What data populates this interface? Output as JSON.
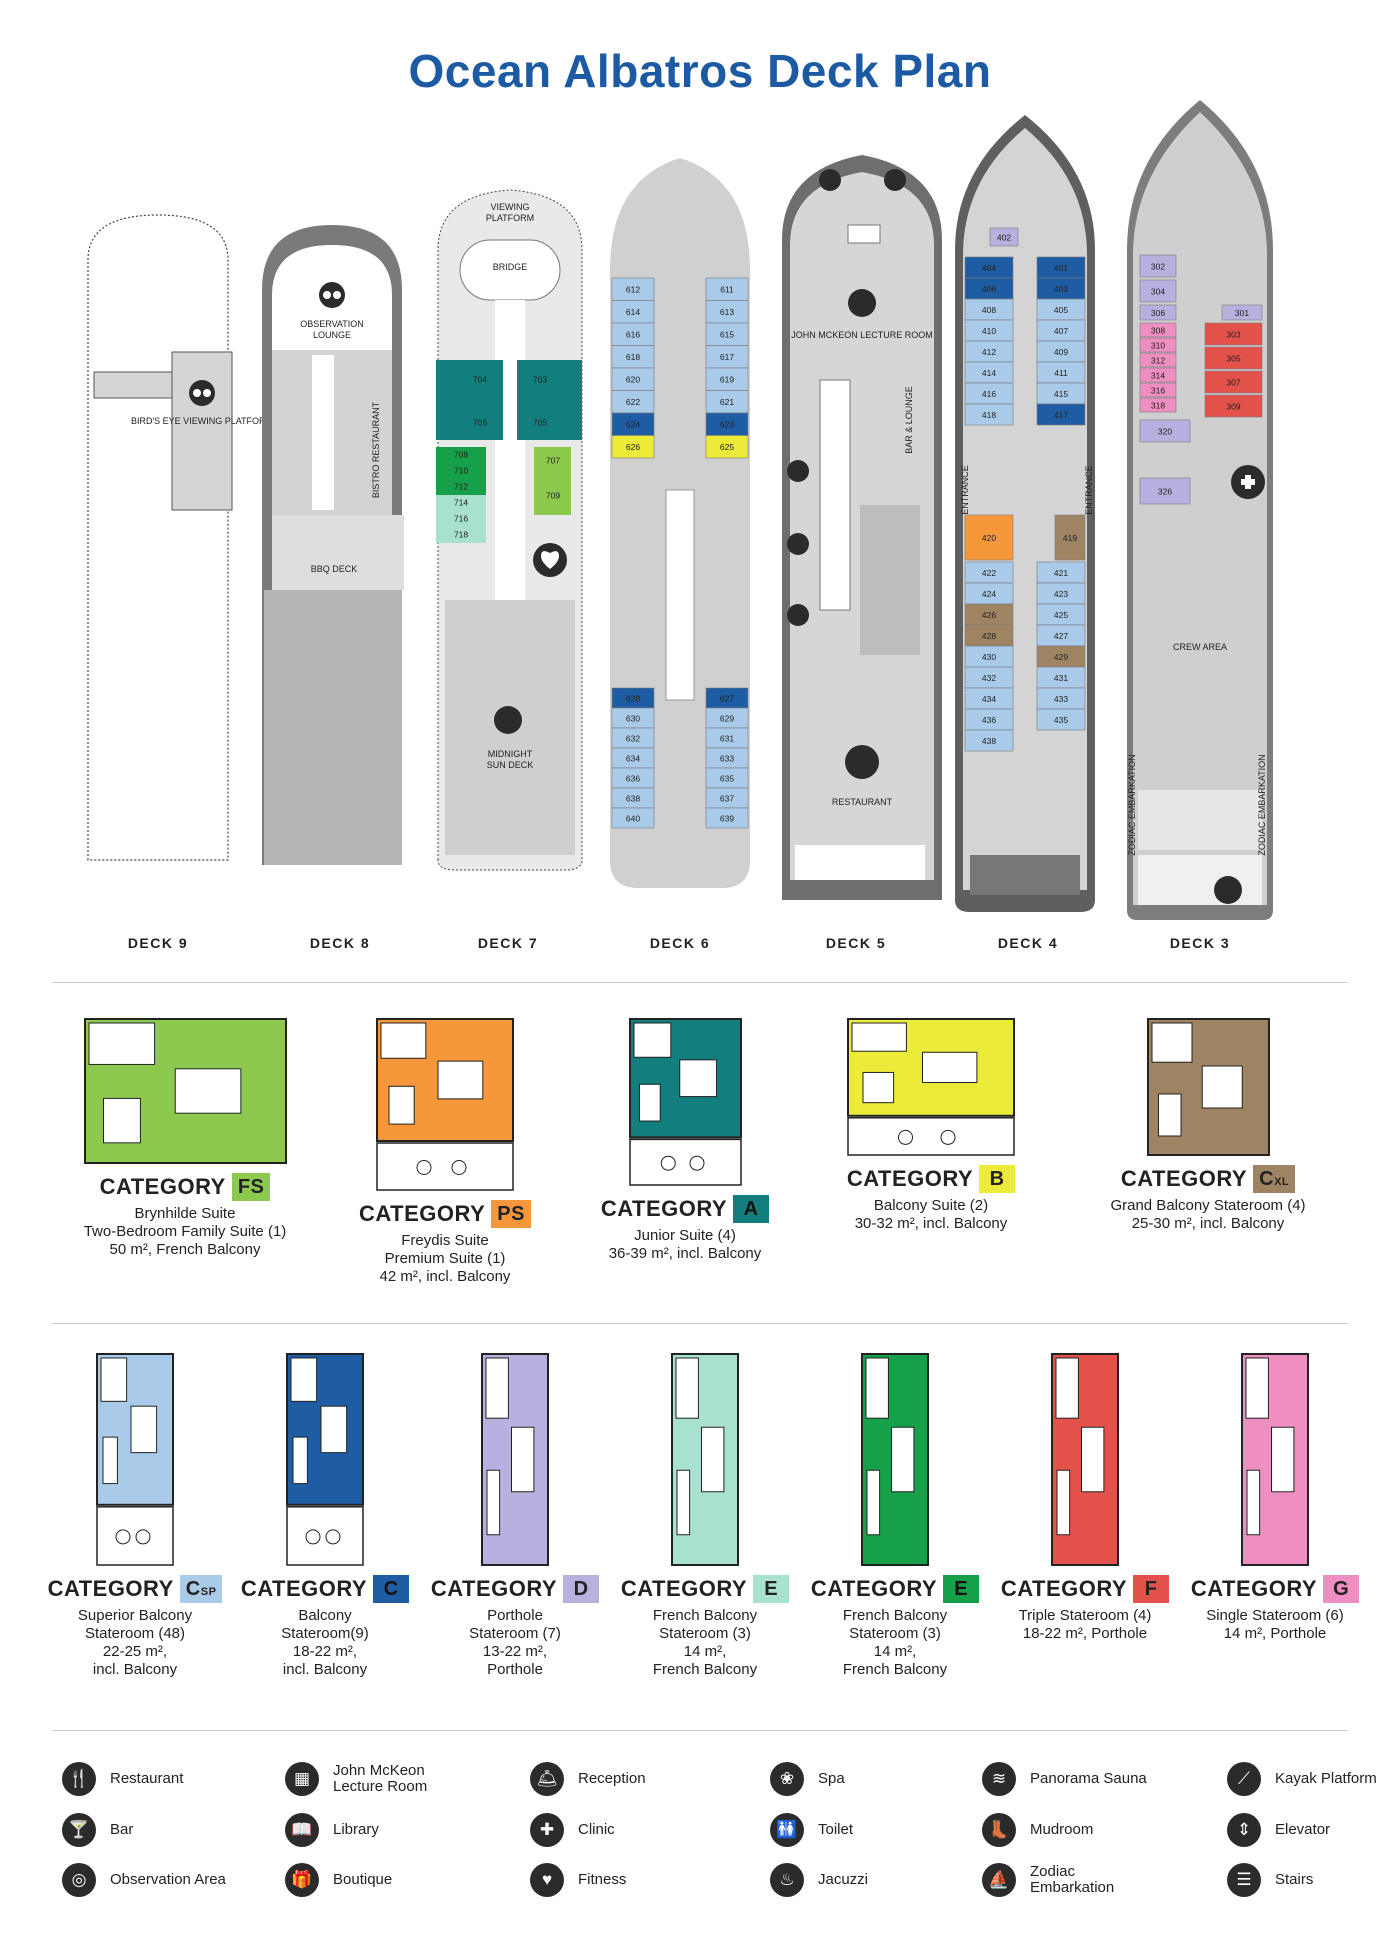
{
  "title": "Ocean Albatros Deck Plan",
  "decks": [
    {
      "id": "deck9",
      "label": "DECK 9",
      "areas": [
        "BIRD'S EYE VIEWING PLATFORM"
      ]
    },
    {
      "id": "deck8",
      "label": "DECK 8",
      "areas": [
        "OBSERVATION LOUNGE",
        "BISTRO RESTAURANT",
        "BBQ DECK"
      ]
    },
    {
      "id": "deck7",
      "label": "DECK 7",
      "areas": [
        "VIEWING PLATFORM",
        "BRIDGE",
        "MIDNIGHT SUN DECK"
      ],
      "cabins": [
        "704",
        "703",
        "706",
        "705",
        "708",
        "707",
        "710",
        "709",
        "712",
        "714",
        "716",
        "718"
      ]
    },
    {
      "id": "deck6",
      "label": "DECK 6",
      "cabins": [
        "612",
        "611",
        "614",
        "613",
        "616",
        "615",
        "618",
        "617",
        "620",
        "619",
        "622",
        "621",
        "624",
        "623",
        "626",
        "625",
        "628",
        "627",
        "630",
        "629",
        "632",
        "631",
        "634",
        "633",
        "636",
        "635",
        "638",
        "637",
        "640",
        "639"
      ]
    },
    {
      "id": "deck5",
      "label": "DECK 5",
      "areas": [
        "JOHN MCKEON LECTURE ROOM",
        "BAR & LOUNGE",
        "RESTAURANT"
      ]
    },
    {
      "id": "deck4",
      "label": "DECK 4",
      "areas": [
        "ENTRANCE",
        "ENTRANCE"
      ],
      "cabins": [
        "402",
        "404",
        "401",
        "406",
        "403",
        "408",
        "405",
        "410",
        "407",
        "412",
        "409",
        "414",
        "411",
        "416",
        "415",
        "418",
        "417",
        "420",
        "419",
        "422",
        "421",
        "424",
        "423",
        "426",
        "425",
        "427",
        "428",
        "429",
        "430",
        "432",
        "431",
        "434",
        "433",
        "436",
        "435",
        "438"
      ]
    },
    {
      "id": "deck3",
      "label": "DECK 3",
      "areas": [
        "CREW AREA",
        "ZODIAC EMBARKATION",
        "ZODIAC EMBARKATION"
      ],
      "cabins": [
        "302",
        "304",
        "306",
        "301",
        "308",
        "303",
        "310",
        "305",
        "312",
        "314",
        "307",
        "316",
        "318",
        "309",
        "320",
        "326"
      ]
    }
  ],
  "categories": [
    {
      "key": "fs",
      "label": "CATEGORY",
      "code": "FS",
      "sub": "",
      "color": "#8dc84f",
      "desc": [
        "Brynhilde Suite",
        "Two-Bedroom Family Suite (1)",
        "50 m², French Balcony"
      ]
    },
    {
      "key": "ps",
      "label": "CATEGORY",
      "code": "PS",
      "sub": "",
      "color": "#f5973a",
      "desc": [
        "Freydis Suite",
        "Premium Suite (1)",
        "42 m², incl. Balcony"
      ]
    },
    {
      "key": "a",
      "label": "CATEGORY",
      "code": "A",
      "sub": "",
      "color": "#127e7d",
      "desc": [
        "Junior Suite (4)",
        "36-39 m², incl. Balcony"
      ]
    },
    {
      "key": "b",
      "label": "CATEGORY",
      "code": "B",
      "sub": "",
      "color": "#eceb3a",
      "desc": [
        "Balcony Suite (2)",
        "30-32 m², incl. Balcony"
      ]
    },
    {
      "key": "cxl",
      "label": "CATEGORY",
      "code": "C",
      "sub": "XL",
      "color": "#9f8464",
      "desc": [
        "Grand Balcony Stateroom (4)",
        "25-30 m², incl. Balcony"
      ]
    },
    {
      "key": "csp",
      "label": "CATEGORY",
      "code": "C",
      "sub": "SP",
      "color": "#a9cbe9",
      "desc": [
        "Superior Balcony",
        "Stateroom (48)",
        "22-25 m²,",
        "incl. Balcony"
      ]
    },
    {
      "key": "c",
      "label": "CATEGORY",
      "code": "C",
      "sub": "",
      "color": "#1e5da3",
      "desc": [
        "Balcony",
        "Stateroom(9)",
        "18-22 m²,",
        "incl. Balcony"
      ]
    },
    {
      "key": "d",
      "label": "CATEGORY",
      "code": "D",
      "sub": "",
      "color": "#b7b1df",
      "desc": [
        "Porthole",
        "Stateroom (7)",
        "13-22 m²,",
        "Porthole"
      ]
    },
    {
      "key": "e1",
      "label": "CATEGORY",
      "code": "E",
      "sub": "",
      "color": "#a8e1cf",
      "desc": [
        "French Balcony",
        "Stateroom (3)",
        "14 m²,",
        "French Balcony"
      ]
    },
    {
      "key": "e2",
      "label": "CATEGORY",
      "code": "E",
      "sub": "",
      "color": "#15a049",
      "desc": [
        "French Balcony",
        "Stateroom (3)",
        "14 m²,",
        "French Balcony"
      ]
    },
    {
      "key": "f",
      "label": "CATEGORY",
      "code": "F",
      "sub": "",
      "color": "#e3524a",
      "desc": [
        "Triple Stateroom (4)",
        "18-22 m², Porthole"
      ]
    },
    {
      "key": "g",
      "label": "CATEGORY",
      "code": "G",
      "sub": "",
      "color": "#ef8fc1",
      "desc": [
        "Single Stateroom (6)",
        "14 m², Porthole"
      ]
    }
  ],
  "legend": [
    {
      "label": "Restaurant",
      "icon": "restaurant-icon",
      "glyph": "🍴"
    },
    {
      "label": "John McKeon Lecture Room",
      "icon": "lecture-room-icon",
      "glyph": "▦"
    },
    {
      "label": "Reception",
      "icon": "reception-icon",
      "glyph": "🛎"
    },
    {
      "label": "Spa",
      "icon": "spa-icon",
      "glyph": "❀"
    },
    {
      "label": "Panorama Sauna",
      "icon": "sauna-icon",
      "glyph": "≋"
    },
    {
      "label": "Kayak Platform",
      "icon": "kayak-icon",
      "glyph": "⟋"
    },
    {
      "label": "Bar",
      "icon": "bar-icon",
      "glyph": "🍸"
    },
    {
      "label": "Library",
      "icon": "library-icon",
      "glyph": "📖"
    },
    {
      "label": "Clinic",
      "icon": "clinic-icon",
      "glyph": "✚"
    },
    {
      "label": "Toilet",
      "icon": "toilet-icon",
      "glyph": "🚻"
    },
    {
      "label": "Mudroom",
      "icon": "mudroom-icon",
      "glyph": "👢"
    },
    {
      "label": "Elevator",
      "icon": "elevator-icon",
      "glyph": "⇕"
    },
    {
      "label": "Observation Area",
      "icon": "observation-icon",
      "glyph": "◎"
    },
    {
      "label": "Boutique",
      "icon": "boutique-icon",
      "glyph": "🎁"
    },
    {
      "label": "Fitness",
      "icon": "fitness-icon",
      "glyph": "♥"
    },
    {
      "label": "Jacuzzi",
      "icon": "jacuzzi-icon",
      "glyph": "♨"
    },
    {
      "label": "Zodiac Embarkation",
      "icon": "zodiac-icon",
      "glyph": "⛵"
    },
    {
      "label": "Stairs",
      "icon": "stairs-icon",
      "glyph": "☰"
    }
  ],
  "colors": {
    "title": "#1c5aa3",
    "hull": "#6b6b6b",
    "deck_floor": "#cfcfcf",
    "cabin_csp": "#a9cbe9",
    "cabin_c": "#1e5da3",
    "cabin_a": "#127e7d",
    "cabin_e_dark": "#15a049",
    "cabin_e_light": "#a8e1cf",
    "cabin_fs": "#8dc84f",
    "cabin_d": "#b7b1df",
    "cabin_f": "#e3524a",
    "cabin_g": "#ef8fc1",
    "cabin_b": "#eceb3a",
    "cabin_ps": "#f5973a",
    "cabin_cxl": "#9f8464"
  }
}
